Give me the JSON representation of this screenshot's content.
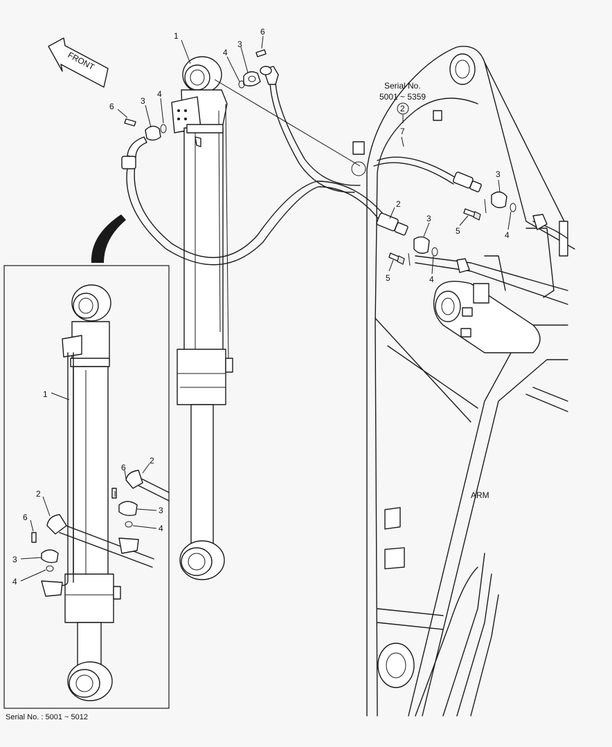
{
  "front_arrow": {
    "label": "FRONT"
  },
  "callouts": {
    "c1": "1",
    "c2": "2",
    "c3": "3",
    "c4": "4",
    "c5": "5",
    "c6": "6",
    "c7": "7"
  },
  "serial_main": {
    "line1": "Serial No.",
    "line2": "5001 ~ 5359",
    "circled": "2"
  },
  "arm_label": "ARM",
  "inset": {
    "serial_label": "Serial No. : 5001 ~ 5012"
  }
}
